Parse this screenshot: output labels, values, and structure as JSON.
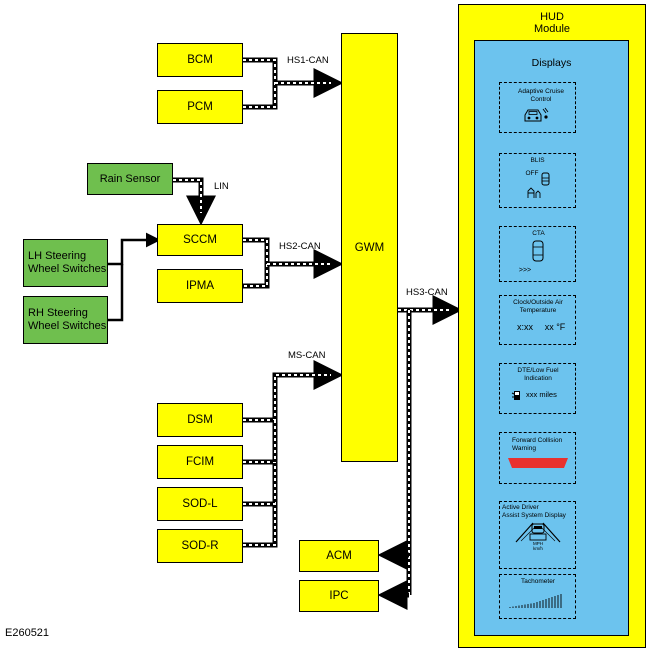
{
  "modules": {
    "bcm": "BCM",
    "pcm": "PCM",
    "rain_sensor": "Rain Sensor",
    "sccm": "SCCM",
    "ipma": "IPMA",
    "lh_switches": [
      "LH Steering",
      "Wheel Switches"
    ],
    "rh_switches": [
      "RH Steering",
      "Wheel Switches"
    ],
    "gwm": "GWM",
    "dsm": "DSM",
    "fcim": "FCIM",
    "sod_l": "SOD-L",
    "sod_r": "SOD-R",
    "acm": "ACM",
    "ipc": "IPC"
  },
  "buses": {
    "hs1": "HS1-CAN",
    "hs2": "HS2-CAN",
    "hs3": "HS3-CAN",
    "ms": "MS-CAN",
    "lin": "LIN"
  },
  "hud": {
    "title": [
      "HUD",
      "Module"
    ],
    "displays_label": "Displays",
    "displays": {
      "acc": [
        "Adaptive Cruise",
        "Control"
      ],
      "blis": "BLIS",
      "blis_state": "OFF",
      "cta": "CTA",
      "cta_arrows": ">>>",
      "clock": [
        "Clock/Outside Air",
        "Temperature"
      ],
      "clock_time": "x:xx",
      "clock_temp": "xx °F",
      "dte": [
        "DTE/Low Fuel",
        "Indication"
      ],
      "dte_value": "xxx miles",
      "fcw": [
        "Forward Collision",
        "Warning"
      ],
      "adas": [
        "Active Driver",
        "Assist System Display"
      ],
      "adas_units": [
        "MPH",
        "km/h"
      ],
      "tach": "Tachometer"
    }
  },
  "reference_id": "E260521",
  "colors": {
    "module_fill": "#ffff00",
    "switch_fill": "#6fbf4e",
    "hud_panel": "#6cc3ee",
    "fcw_bar": "#e8312f"
  }
}
